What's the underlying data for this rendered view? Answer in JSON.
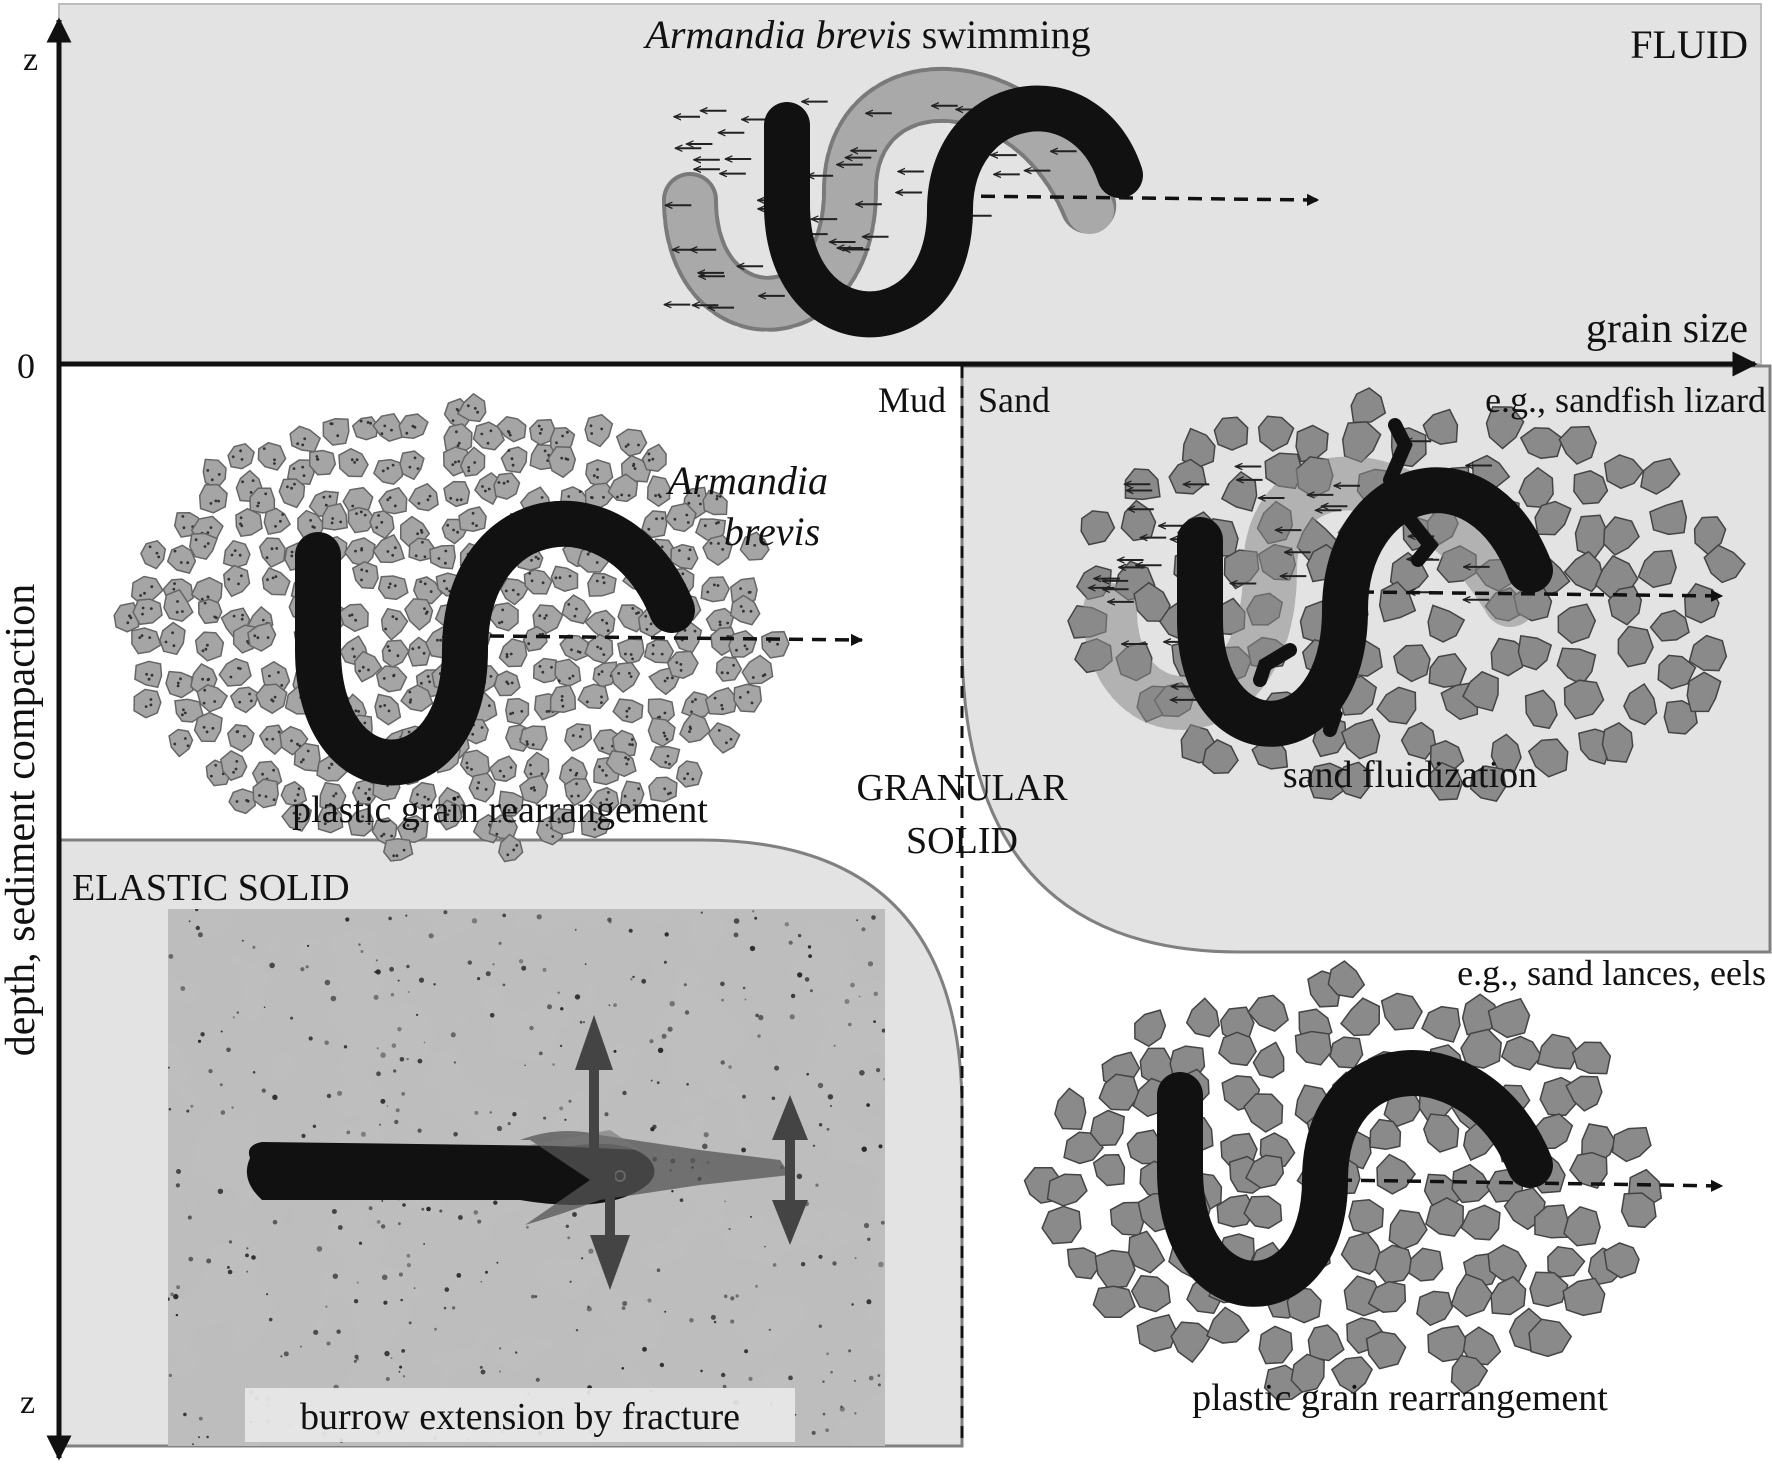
{
  "axes": {
    "z_top": "z",
    "z_bottom": "z",
    "origin": "0",
    "x_label": "grain size",
    "y_label": "depth, sediment compaction"
  },
  "regions": {
    "fluid": "FLUID",
    "granular_solid_line1": "GRANULAR",
    "granular_solid_line2": "SOLID",
    "elastic_solid": "ELASTIC SOLID"
  },
  "divider": {
    "mud": "Mud",
    "sand": "Sand"
  },
  "panels": {
    "swimming": {
      "species": "Armandia brevis",
      "action": "swimming"
    },
    "mud_burrowing": {
      "species_line1": "Armandia",
      "species_line2": "brevis",
      "caption": "plastic grain rearrangement"
    },
    "sand_fluidization": {
      "example": "e.g., sandfish lizard",
      "caption": "sand fluidization"
    },
    "sand_rearrangement": {
      "example": "e.g., sand lances, eels",
      "caption": "plastic grain rearrangement"
    },
    "fracture": {
      "caption": "burrow extension by fracture"
    }
  },
  "colors": {
    "fluid_region": "#e3e3e3",
    "worm": "#111111",
    "grain_fill": "#8a8a8a",
    "speckled_grain": "#a5a5a5",
    "region_border": "#808080"
  },
  "icons": {
    "worm": "s-shaped-worm-icon",
    "motion": "dashed-arrow-icon",
    "flow": "small-arrow-icon",
    "grain": "sand-grain-icon"
  }
}
